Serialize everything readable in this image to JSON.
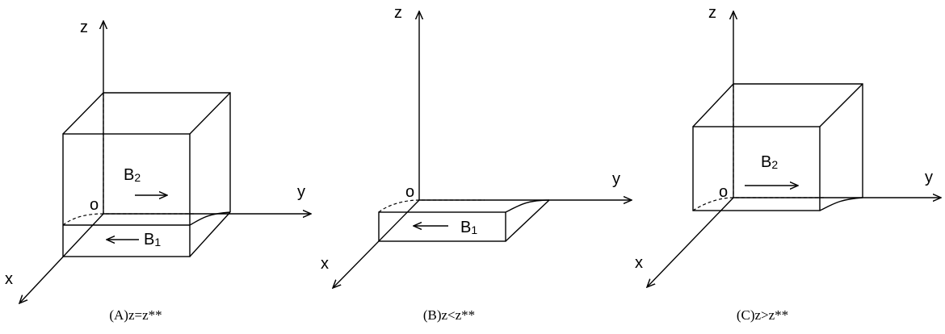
{
  "axis_labels": {
    "z": "z",
    "y": "y",
    "x": "x",
    "origin": "o"
  },
  "panels": [
    {
      "id": "A",
      "caption": "(A)z=z**",
      "layers": [
        {
          "base": "B",
          "sub": "2",
          "direction": "right"
        },
        {
          "base": "B",
          "sub": "1",
          "direction": "left"
        }
      ]
    },
    {
      "id": "B",
      "caption": "(B)z<z**",
      "layers": [
        {
          "base": "B",
          "sub": "1",
          "direction": "left"
        }
      ]
    },
    {
      "id": "C",
      "caption": "(C)z>z**",
      "layers": [
        {
          "base": "B",
          "sub": "2",
          "direction": "right"
        }
      ]
    }
  ]
}
